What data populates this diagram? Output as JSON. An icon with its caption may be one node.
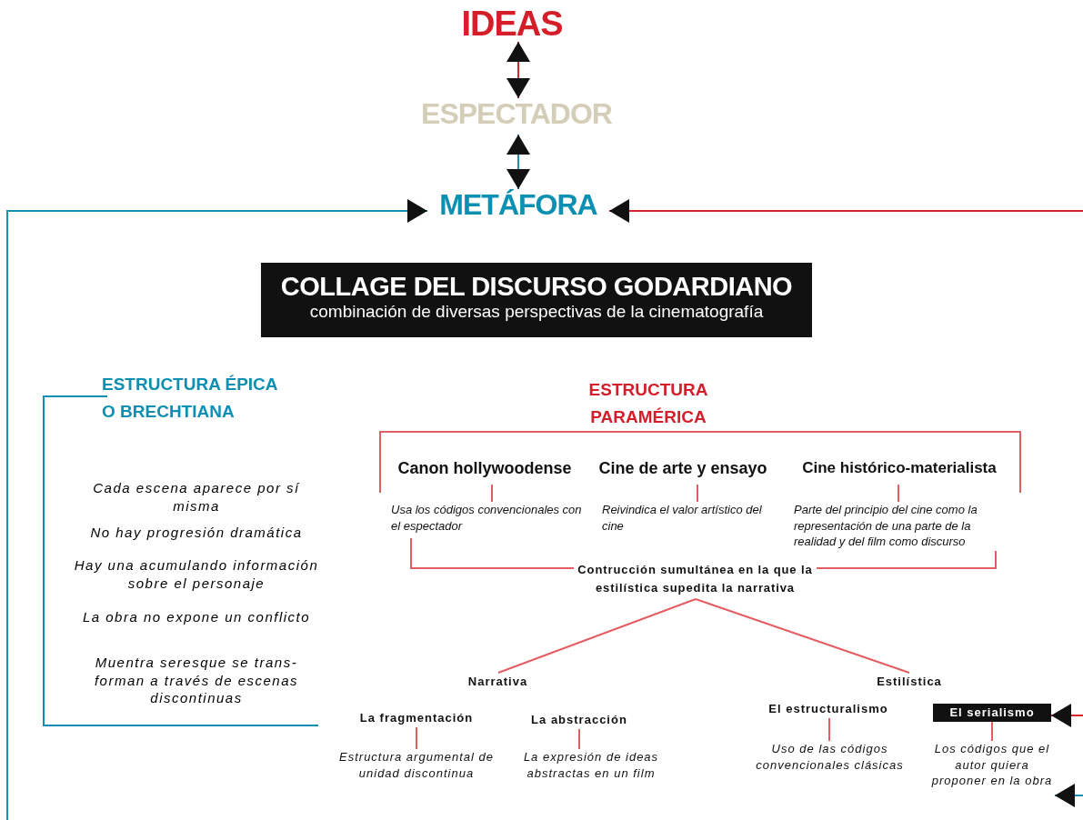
{
  "diagram": {
    "nodes": [
      {
        "text": [
          "IDEAS"
        ]
      },
      {
        "text": [
          "ESPECTADOR"
        ]
      },
      {
        "text": [
          "METÁFORA"
        ]
      },
      {
        "text": [
          "COLLAGE DEL DISCURSO GODARDIANO",
          "combinación de diversas perspectivas de la cinematografía"
        ]
      },
      {
        "text": [
          "Canon hollywoodense"
        ]
      },
      {
        "text": [
          "Cine de arte y ensayo"
        ]
      },
      {
        "text": [
          "Cine histórico-materialista"
        ]
      },
      {
        "text": [
          "Usa los códigos convencionales con el espectador"
        ]
      },
      {
        "text": [
          "Reivindica el valor artístico del cine"
        ]
      },
      {
        "text": [
          "Parte del principio del cine como la representación de una parte de la realidad y del film como discurso"
        ]
      },
      {
        "text": [
          "Contrucción sumultánea en la que la estilística supedita la narrativa"
        ]
      },
      {
        "text": [
          "Narrativa"
        ]
      },
      {
        "text": [
          "Estilística"
        ]
      },
      {
        "text": [
          "La fragmentación"
        ]
      },
      {
        "text": [
          "La abstracción"
        ]
      },
      {
        "text": [
          "El estructuralismo"
        ]
      },
      {
        "text": [
          "El serialismo"
        ]
      },
      {
        "text": [
          "Estructura argumental de unidad discontinua"
        ]
      },
      {
        "text": [
          "La expresión de ideas abstractas en un film"
        ]
      },
      {
        "text": [
          "Uso de las códigos convencionales clásicas"
        ]
      },
      {
        "text": [
          "Los códigos que el autor quiera proponer en la obra"
        ]
      }
    ],
    "edges": [
      {
        "from": 0,
        "to": 1,
        "arrow": "both",
        "color": "#d7262e"
      },
      {
        "from": 1,
        "to": 2,
        "arrow": "both",
        "color": "#1a8fb0"
      },
      {
        "from": null,
        "to": 2,
        "arrow": "to",
        "color": "#1a8fb0"
      },
      {
        "from": null,
        "to": 2,
        "arrow": "to",
        "color": "#d7262e"
      },
      {
        "from": 4,
        "to": 7,
        "arrow": "none"
      },
      {
        "from": 5,
        "to": 8,
        "arrow": "none"
      },
      {
        "from": 6,
        "to": 9,
        "arrow": "none"
      },
      {
        "from": 7,
        "to": 10,
        "arrow": "none"
      },
      {
        "from": 9,
        "to": 10,
        "arrow": "none"
      },
      {
        "from": 10,
        "to": 11,
        "arrow": "none"
      },
      {
        "from": 10,
        "to": 12,
        "arrow": "none"
      },
      {
        "from": 13,
        "to": 17,
        "arrow": "none"
      },
      {
        "from": 14,
        "to": 18,
        "arrow": "none"
      },
      {
        "from": 15,
        "to": 19,
        "arrow": "none"
      },
      {
        "from": 16,
        "to": 20,
        "arrow": "none"
      },
      {
        "from": null,
        "to": 16,
        "arrow": "to",
        "color": "#d7262e"
      },
      {
        "from": null,
        "to": 20,
        "arrow": "to",
        "color": "#1a8fb0"
      }
    ],
    "labels": [
      "ESTRUCTURA ÉPICA O BRECHTIANA",
      "ESTRUCTURA PARAMÉRICA",
      "Cada escena aparece por sí misma",
      "No hay progresión dramática",
      "Hay una acumulando información sobre el personaje",
      "La obra no expone un conflicto",
      "Muentra seresque se trans- forman a través de escenas discontinuas"
    ]
  }
}
